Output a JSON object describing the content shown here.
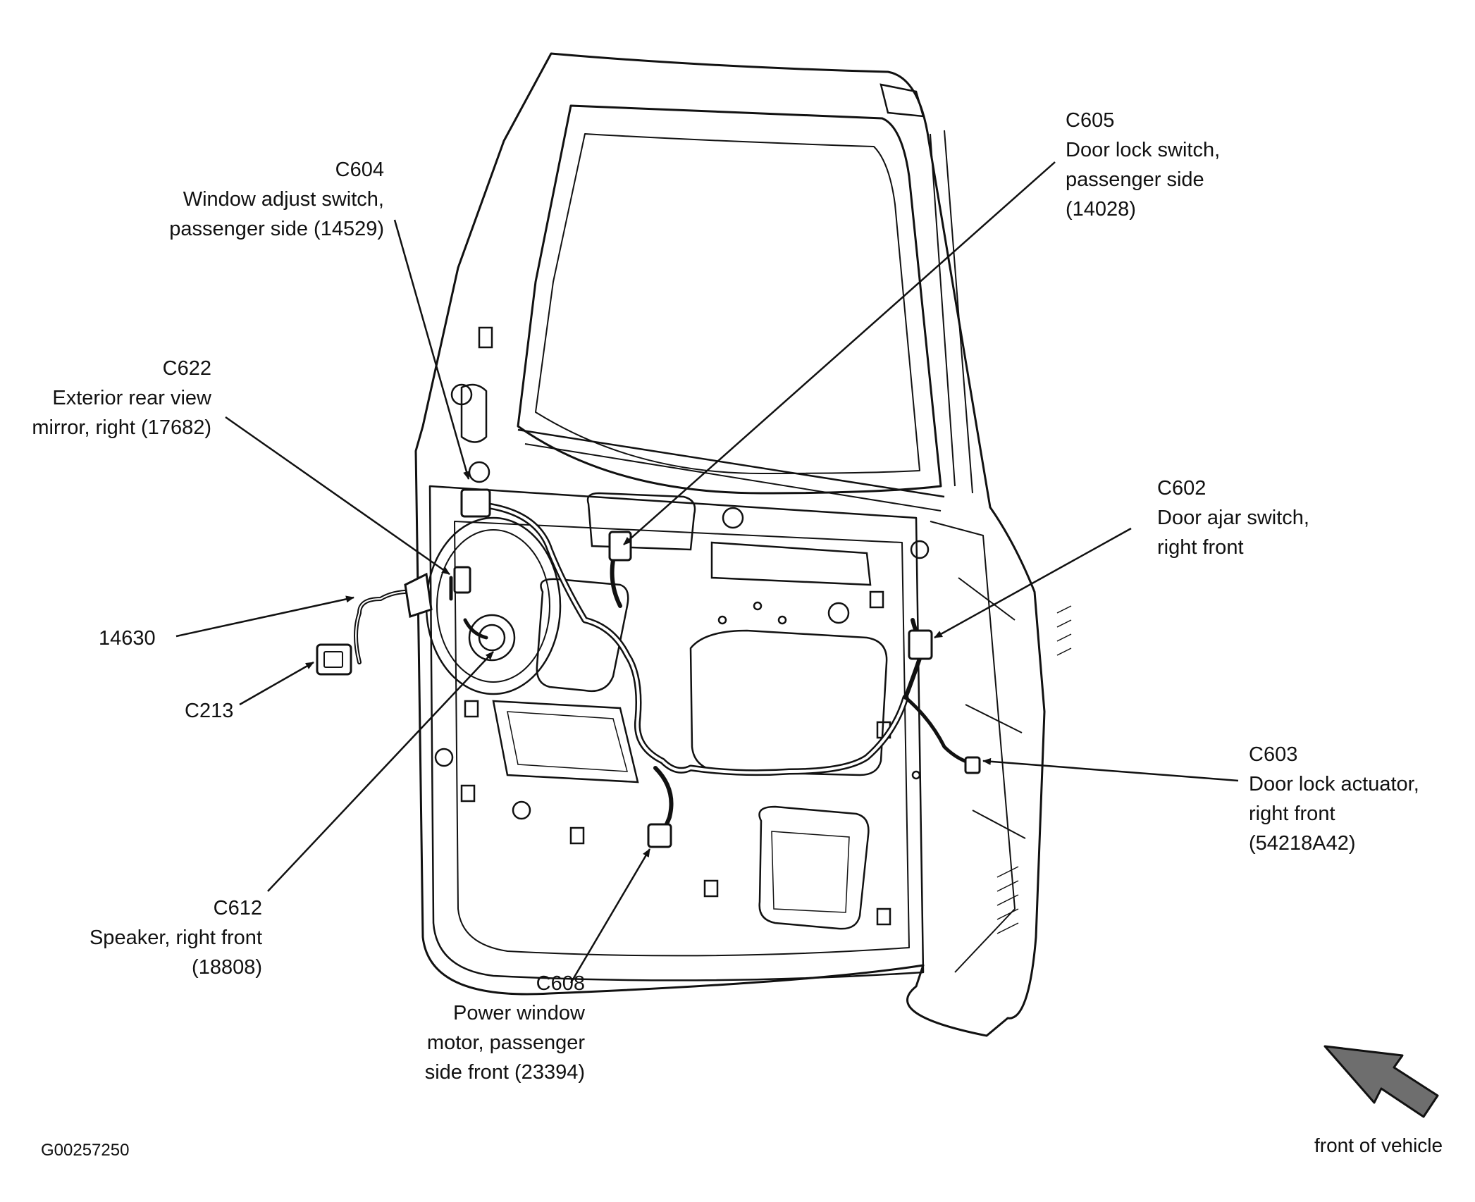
{
  "colors": {
    "ink": "#111111",
    "background": "#ffffff",
    "arrow_fill": "#6e6e6e"
  },
  "callouts": {
    "c604": {
      "code": "C604",
      "line1": "Window adjust switch,",
      "line2": "passenger side (14529)"
    },
    "c622": {
      "code": "C622",
      "line1": "Exterior rear view",
      "line2": "mirror, right (17682)"
    },
    "n14630": {
      "code": "14630"
    },
    "c213": {
      "code": "C213"
    },
    "c612": {
      "code": "C612",
      "line1": "Speaker, right front",
      "line2": "(18808)"
    },
    "c608": {
      "code": "C608",
      "line1": "Power window",
      "line2": "motor, passenger",
      "line3": "side front (23394)"
    },
    "c605": {
      "code": "C605",
      "line1": "Door lock switch,",
      "line2": "passenger side",
      "line3": "(14028)"
    },
    "c602": {
      "code": "C602",
      "line1": "Door ajar switch,",
      "line2": "right front"
    },
    "c603": {
      "code": "C603",
      "line1": "Door lock actuator,",
      "line2": "right front",
      "line3": "(54218A42)"
    }
  },
  "figure_id": "G00257250",
  "direction_label": "front of vehicle",
  "icons": {
    "direction": "front-arrow-icon"
  }
}
